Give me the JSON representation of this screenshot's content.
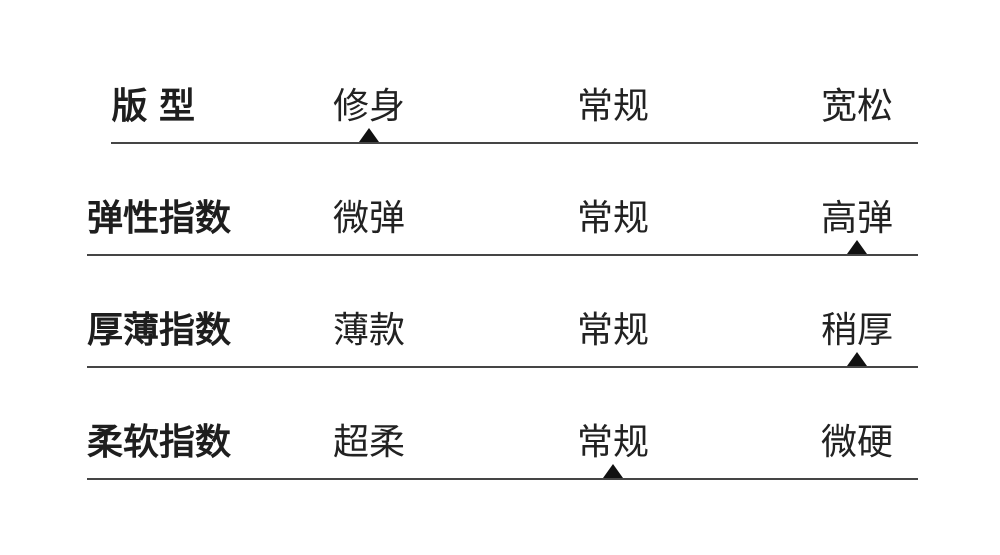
{
  "page": {
    "background_color": "#ffffff",
    "text_color": "#1e1e1e",
    "line_color": "#454545",
    "marker_color": "#111111",
    "marker_glyph": "triangle-up"
  },
  "chart_data": {
    "type": "table",
    "title": "",
    "description": "Product attribute scale chart: each row shows an attribute with three scale options and a triangle marker under the selected option",
    "legend_position": "none",
    "grid": false,
    "rows": [
      {
        "label": "版型",
        "options": [
          "修身",
          "常规",
          "宽松"
        ],
        "selected": "修身",
        "selected_index": 0
      },
      {
        "label": "弹性指数",
        "options": [
          "微弹",
          "常规",
          "高弹"
        ],
        "selected": "高弹",
        "selected_index": 2
      },
      {
        "label": "厚薄指数",
        "options": [
          "薄款",
          "常规",
          "稍厚"
        ],
        "selected": "稍厚",
        "selected_index": 2
      },
      {
        "label": "柔软指数",
        "options": [
          "超柔",
          "常规",
          "微硬"
        ],
        "selected": "常规",
        "selected_index": 1
      }
    ]
  }
}
